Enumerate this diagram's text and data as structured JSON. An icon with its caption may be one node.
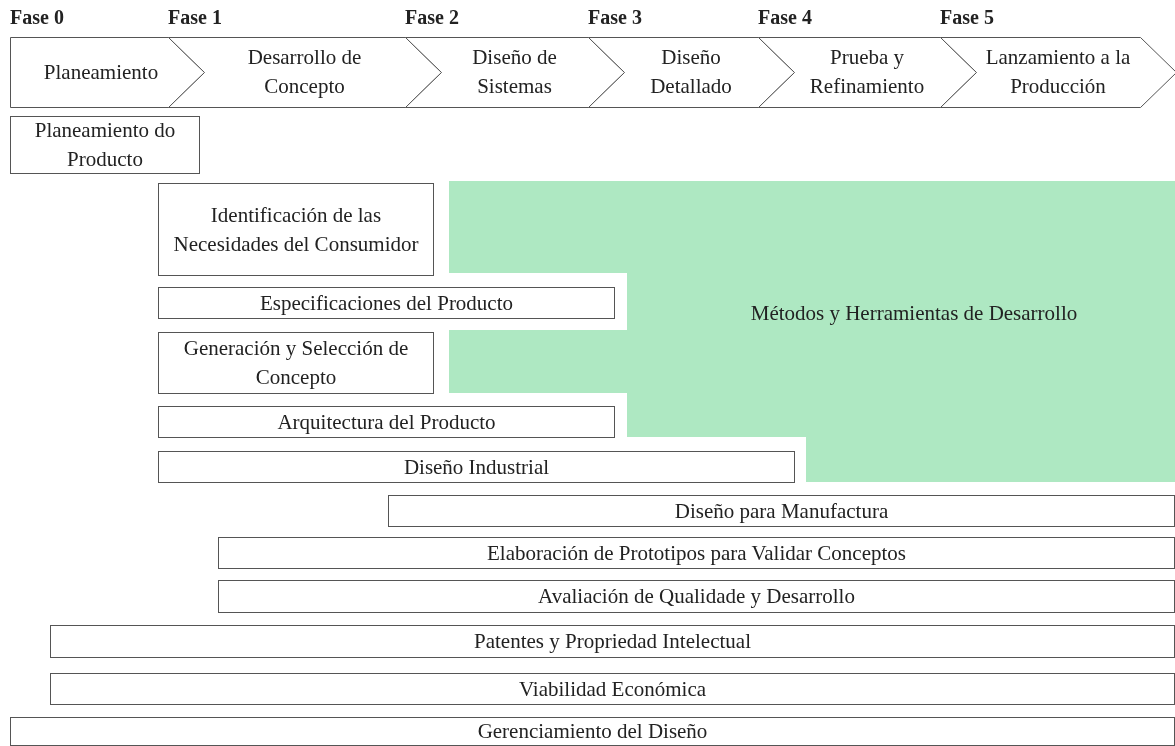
{
  "diagram": {
    "nodes": [
      {
        "text": [
          "Fase 0",
          "Planeamiento"
        ]
      },
      {
        "text": [
          "Fase 1",
          "Desarrollo de Concepto"
        ]
      },
      {
        "text": [
          "Fase 2",
          "Diseño de Sistemas"
        ]
      },
      {
        "text": [
          "Fase 3",
          "Diseño Detallado"
        ]
      },
      {
        "text": [
          "Fase 4",
          "Prueba y Refinamiento"
        ]
      },
      {
        "text": [
          "Fase 5",
          "Lanzamiento a la Producción"
        ]
      },
      {
        "text": [
          "Planeamiento do Producto"
        ]
      },
      {
        "text": [
          "Identificación de las Necesidades del Consumidor"
        ]
      },
      {
        "text": [
          "Especificaciones del Producto"
        ]
      },
      {
        "text": [
          "Generación y Selección de Concepto"
        ]
      },
      {
        "text": [
          "Arquitectura del Producto"
        ]
      },
      {
        "text": [
          "Diseño Industrial"
        ]
      },
      {
        "text": [
          "Diseño para Manufactura"
        ]
      },
      {
        "text": [
          "Elaboración de Prototipos para Validar Conceptos"
        ]
      },
      {
        "text": [
          "Avaliación de Qualidade y Desarrollo"
        ]
      },
      {
        "text": [
          "Patentes y Propriedad Intelectual"
        ]
      },
      {
        "text": [
          "Viabilidad Económica"
        ]
      },
      {
        "text": [
          "Gerenciamiento del Diseño"
        ]
      },
      {
        "text": [
          "Métodos y Herramientas de Desarrollo"
        ]
      }
    ]
  }
}
